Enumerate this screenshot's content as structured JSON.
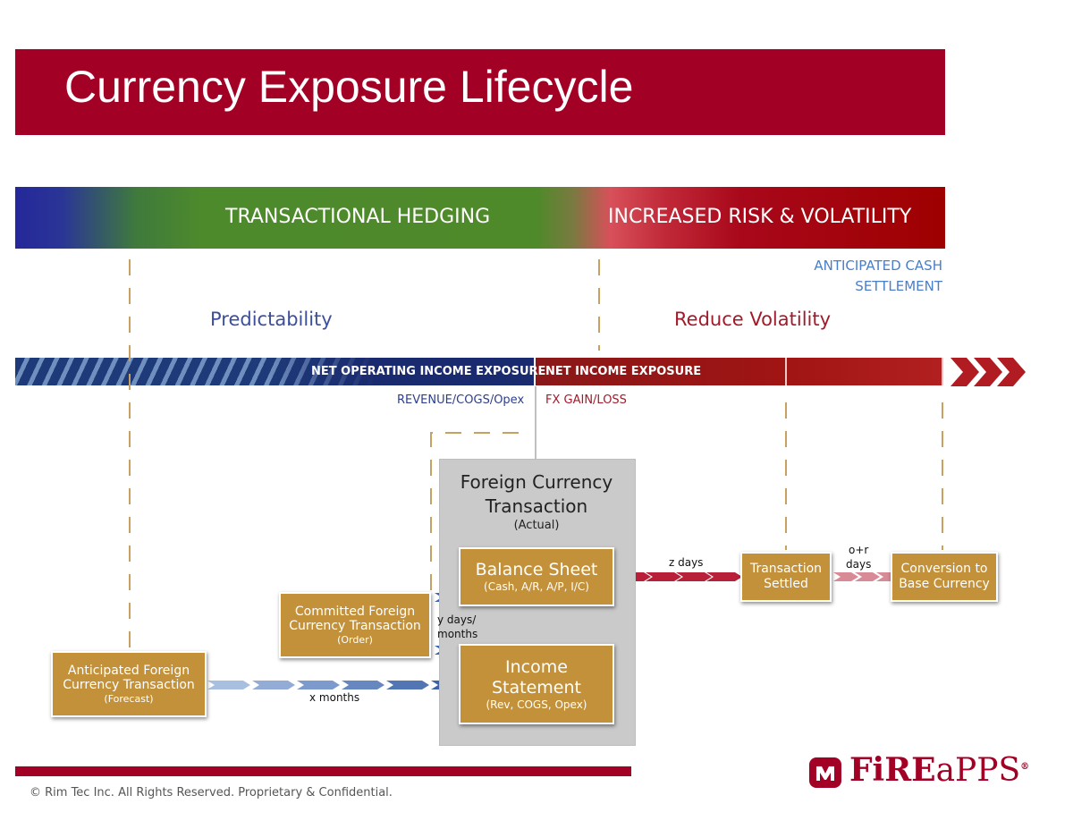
{
  "title": "Currency Exposure Lifecycle",
  "band": {
    "left_label": "TRANSACTIONAL HEDGING",
    "right_label": "INCREASED RISK & VOLATILITY"
  },
  "anticipated_cash": {
    "line1": "ANTICIPATED CASH",
    "line2": "SETTLEMENT"
  },
  "phases": {
    "left": "Predictability",
    "right": "Reduce Volatility"
  },
  "exposure_bar": {
    "left_label": "NET OPERATING INCOME EXPOSURE",
    "right_label": "NET INCOME EXPOSURE",
    "left_sub": "REVENUE/COGS/Opex",
    "right_sub": "FX GAIN/LOSS"
  },
  "panel": {
    "title_line1": "Foreign Currency",
    "title_line2": "Transaction",
    "subtitle": "(Actual)"
  },
  "boxes": {
    "anticipated": {
      "line1": "Anticipated Foreign",
      "line2": "Currency Transaction",
      "line3": "(Forecast)"
    },
    "committed": {
      "line1": "Committed Foreign",
      "line2": "Currency Transaction",
      "line3": "(Order)"
    },
    "balance_sheet": {
      "line1": "Balance Sheet",
      "line2": "(Cash, A/R, A/P, I/C)"
    },
    "income_statement": {
      "line1": "Income",
      "line2": "Statement",
      "line3": "(Rev, COGS, Opex)"
    },
    "settled": {
      "line1": "Transaction",
      "line2": "Settled"
    },
    "conversion": {
      "line1": "Conversion to",
      "line2": "Base Currency"
    }
  },
  "arrow_labels": {
    "x_months": "x months",
    "y_days_line1": "y days/",
    "y_days_line2": "months",
    "z_days": "z days",
    "or_days_line1": "o+r",
    "or_days_line2": "days"
  },
  "footer": {
    "copyright": "© Rim Tec Inc. All Rights Reserved. Proprietary & Confidential."
  },
  "logo": {
    "text_fire": "FiRE",
    "text_apps": "aPPS",
    "registered": "®"
  },
  "colors": {
    "brand_red": "#a30026",
    "box_gold": "#c3913a",
    "navy": "#2d3f8a",
    "light_blue": "#4a7ec8",
    "dark_red": "#a31a2a"
  }
}
